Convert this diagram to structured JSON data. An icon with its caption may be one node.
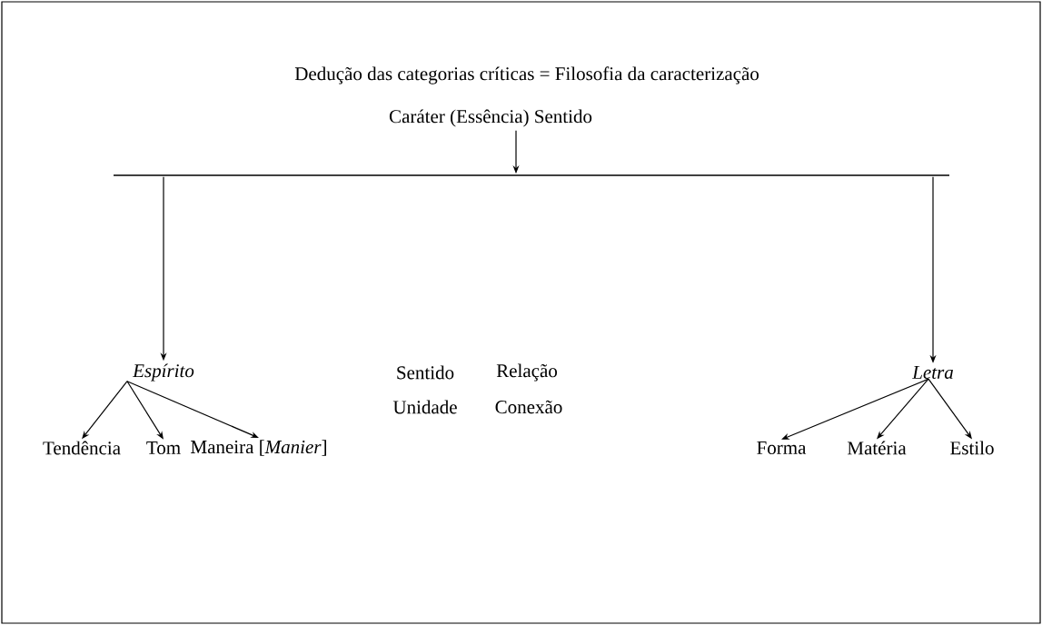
{
  "diagram": {
    "title": "Dedução das categorias críticas = Filosofia da caracterização",
    "nodes": [
      {
        "text": [
          "Caráter (Essência) Sentido"
        ]
      },
      {
        "text": [],
        "shape": "bar"
      },
      {
        "text": [
          "Espírito"
        ]
      },
      {
        "text": [
          "Letra"
        ]
      },
      {
        "text": [
          "Tendência"
        ]
      },
      {
        "text": [
          "Tom"
        ]
      },
      {
        "text": [
          "Maneira [*Manier*]"
        ]
      },
      {
        "text": [
          "Forma"
        ]
      },
      {
        "text": [
          "Matéria"
        ]
      },
      {
        "text": [
          "Estilo"
        ]
      }
    ],
    "edges": [
      {
        "from": 0,
        "to": 1,
        "arrow": "to"
      },
      {
        "from": 1,
        "to": 2,
        "arrow": "to"
      },
      {
        "from": 1,
        "to": 3,
        "arrow": "to"
      },
      {
        "from": 2,
        "to": 4,
        "arrow": "to"
      },
      {
        "from": 2,
        "to": 5,
        "arrow": "to"
      },
      {
        "from": 2,
        "to": 6,
        "arrow": "to"
      },
      {
        "from": 3,
        "to": 7,
        "arrow": "to"
      },
      {
        "from": 3,
        "to": 8,
        "arrow": "to"
      },
      {
        "from": 3,
        "to": 9,
        "arrow": "to"
      }
    ],
    "labels": [
      "Sentido",
      "Relação",
      "Unidade",
      "Conexão"
    ]
  }
}
